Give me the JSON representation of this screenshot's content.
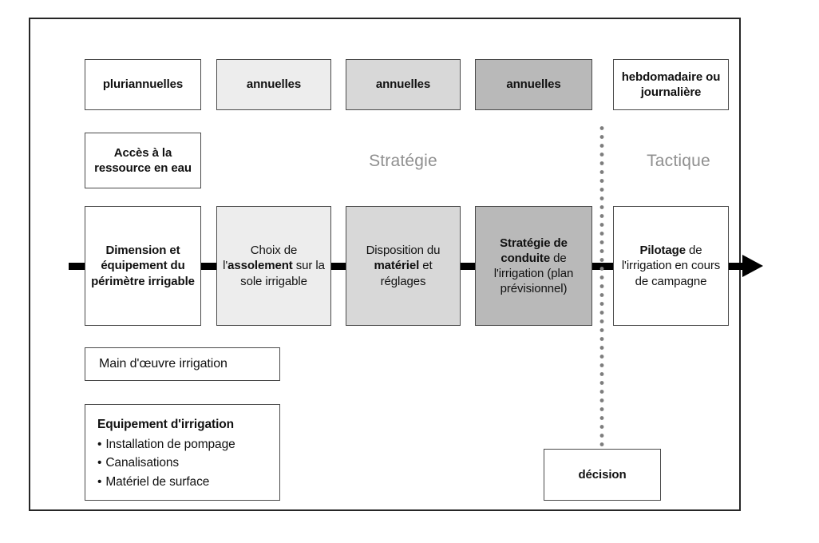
{
  "colors": {
    "shade_white": "#ffffff",
    "shade_light": "#ededed",
    "shade_medium": "#d8d8d8",
    "shade_dark": "#b9b9b9",
    "phase_label": "#8f8f8f",
    "line": "#000000",
    "dotted": "#7d7d7d",
    "border": "#4a4a4a"
  },
  "bullet_char": "•",
  "top_row": [
    "pluriannuelles",
    "annuelles",
    "annuelles",
    "annuelles",
    "hebdomadaire ou journalière"
  ],
  "access_box": "Accès à la ressource en eau",
  "phase_labels": {
    "strategy": "Stratégie",
    "tactic": "Tactique"
  },
  "main_row": {
    "box1": {
      "bold": "Dimension et équipement du périmètre irrigable"
    },
    "box2": {
      "pre": "Choix de l'",
      "bold": "assolement",
      "post": " sur la sole irrigable"
    },
    "box3": {
      "pre": "Disposition du ",
      "bold": "matériel",
      "post": " et réglages"
    },
    "box4": {
      "bold": "Stratégie de conduite",
      "post": " de l'irrigation (plan prévisionnel)"
    },
    "box5": {
      "bold": "Pilotage",
      "post": " de l'irrigation en cours de campagne"
    }
  },
  "labor_box": "Main d'œuvre irrigation",
  "equipment_box": {
    "title": "Equipement d'irrigation",
    "items": [
      "Installation de pompage",
      "Canalisations",
      "Matériel de surface"
    ]
  },
  "decision_box": "décision"
}
